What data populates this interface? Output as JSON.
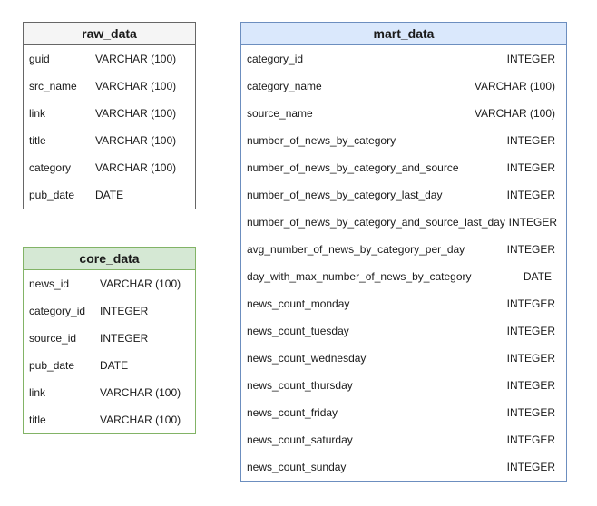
{
  "colors": {
    "raw_header_fill": "#f5f5f5",
    "raw_border": "#666666",
    "core_header_fill": "#d5e8d4",
    "core_border": "#82b366",
    "mart_header_fill": "#dae8fc",
    "mart_border": "#6c8ebf"
  },
  "raw_data": {
    "title": "raw_data",
    "fields": [
      {
        "name": "guid",
        "type": "VARCHAR (100)"
      },
      {
        "name": "src_name",
        "type": "VARCHAR (100)"
      },
      {
        "name": "link",
        "type": "VARCHAR (100)"
      },
      {
        "name": "title",
        "type": "VARCHAR (100)"
      },
      {
        "name": "category",
        "type": "VARCHAR (100)"
      },
      {
        "name": "pub_date",
        "type": "DATE"
      }
    ]
  },
  "core_data": {
    "title": "core_data",
    "fields": [
      {
        "name": "news_id",
        "type": "VARCHAR (100)"
      },
      {
        "name": "category_id",
        "type": "INTEGER"
      },
      {
        "name": "source_id",
        "type": "INTEGER"
      },
      {
        "name": "pub_date",
        "type": "DATE"
      },
      {
        "name": "link",
        "type": "VARCHAR (100)"
      },
      {
        "name": "title",
        "type": "VARCHAR (100)"
      }
    ]
  },
  "mart_data": {
    "title": "mart_data",
    "fields": [
      {
        "name": "category_id",
        "type": "INTEGER"
      },
      {
        "name": "category_name",
        "type": "VARCHAR (100)"
      },
      {
        "name": "source_name",
        "type": "VARCHAR (100)"
      },
      {
        "name": "number_of_news_by_category",
        "type": "INTEGER"
      },
      {
        "name": "number_of_news_by_category_and_source",
        "type": "INTEGER"
      },
      {
        "name": "number_of_news_by_category_last_day",
        "type": "INTEGER"
      },
      {
        "name": "number_of_news_by_category_and_source_last_day",
        "type": "INTEGER"
      },
      {
        "name": "avg_number_of_news_by_category_per_day",
        "type": "INTEGER"
      },
      {
        "name": "day_with_max_number_of_news_by_category",
        "type": "DATE"
      },
      {
        "name": "news_count_monday",
        "type": "INTEGER"
      },
      {
        "name": "news_count_tuesday",
        "type": "INTEGER"
      },
      {
        "name": "news_count_wednesday",
        "type": "INTEGER"
      },
      {
        "name": "news_count_thursday",
        "type": "INTEGER"
      },
      {
        "name": "news_count_friday",
        "type": "INTEGER"
      },
      {
        "name": "news_count_saturday",
        "type": "INTEGER"
      },
      {
        "name": "news_count_sunday",
        "type": "INTEGER"
      }
    ]
  }
}
